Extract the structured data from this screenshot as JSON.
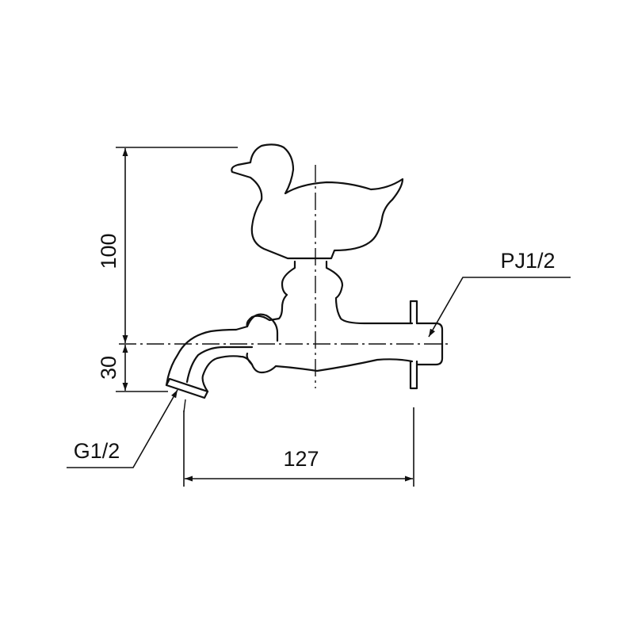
{
  "dimensions": {
    "height_upper": "100",
    "height_lower": "30",
    "length": "127"
  },
  "callouts": {
    "inlet_thread": "PJ1/2",
    "outlet_thread": "G1/2"
  }
}
